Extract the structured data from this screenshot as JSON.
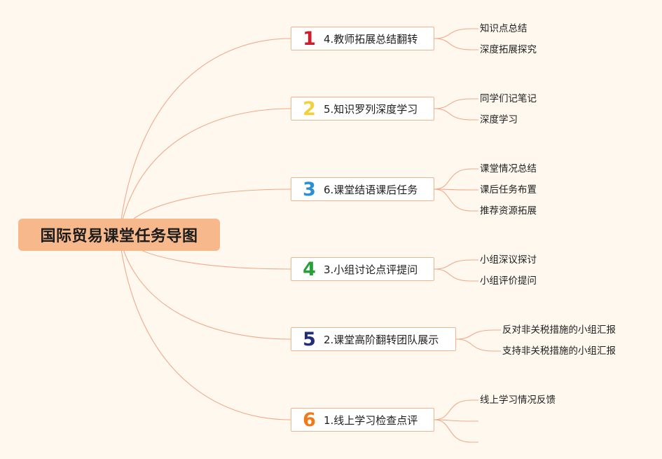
{
  "root": {
    "label": "国际贸易课堂任务导图"
  },
  "colors": {
    "background": "#fff8ee",
    "connector": "#f2a98a",
    "root_fill": "#f7b98c",
    "branch_border": "#f2b48d"
  },
  "branches": [
    {
      "number": "1",
      "number_color": "#cc1f2d",
      "label": "4.教师拓展总结翻转",
      "children": [
        "知识点总结",
        "深度拓展探究"
      ]
    },
    {
      "number": "2",
      "number_color": "#f2cf3c",
      "label": "5.知识罗列深度学习",
      "children": [
        "同学们记笔记",
        "深度学习"
      ]
    },
    {
      "number": "3",
      "number_color": "#2a8fd6",
      "label": "6.课堂结语课后任务",
      "children": [
        "课堂情况总结",
        "课后任务布置",
        "推荐资源拓展"
      ]
    },
    {
      "number": "4",
      "number_color": "#27a03a",
      "label": "3.小组讨论点评提问",
      "children": [
        "小组深议探讨",
        "小组评价提问"
      ]
    },
    {
      "number": "5",
      "number_color": "#1f2f7a",
      "label": "2.课堂高阶翻转团队展示",
      "children": [
        "反对非关税措施的小组汇报",
        "支持非关税措施的小组汇报"
      ]
    },
    {
      "number": "6",
      "number_color": "#f07a1a",
      "label": "1.线上学习检查点评",
      "children": [
        "线上学习情况反馈",
        "",
        ""
      ]
    }
  ]
}
